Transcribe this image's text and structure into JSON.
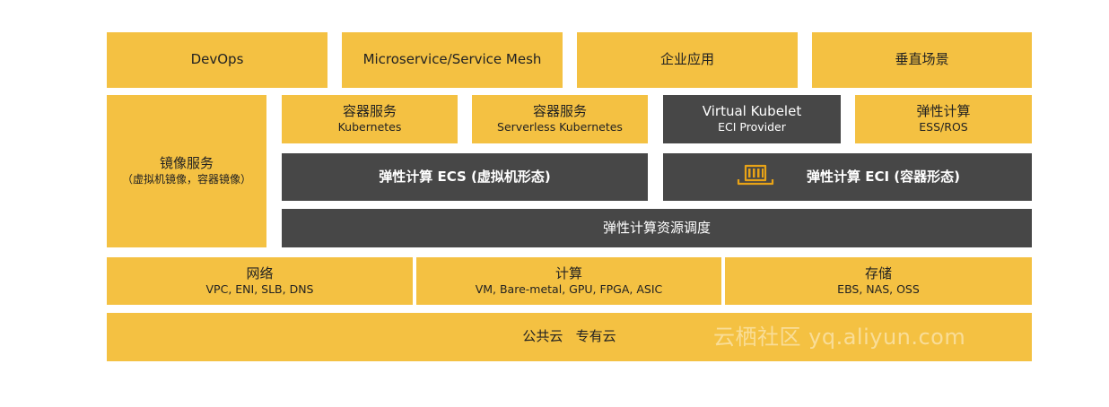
{
  "top_row": {
    "devops": "DevOps",
    "microservice": "Microservice/Service Mesh",
    "enterprise_apps": "企业应用",
    "vertical_scenarios": "垂直场景"
  },
  "image_service": {
    "title": "镜像服务",
    "subtitle": "（虚拟机镜像，容器镜像）"
  },
  "container_services": {
    "kubernetes": {
      "title": "容器服务",
      "subtitle": "Kubernetes"
    },
    "serverless": {
      "title": "容器服务",
      "subtitle": "Serverless Kubernetes"
    },
    "virtual_kubelet": {
      "title": "Virtual Kubelet",
      "subtitle": "ECI Provider"
    },
    "elastic": {
      "title": "弹性计算",
      "subtitle": "ESS/ROS"
    }
  },
  "compute": {
    "ecs": "弹性计算 ECS (虚拟机形态)",
    "eci": "弹性计算 ECI (容器形态)",
    "eci_icon": "container-icon",
    "scheduling": "弹性计算资源调度"
  },
  "infrastructure": {
    "network": {
      "title": "网络",
      "subtitle": "VPC, ENI, SLB, DNS"
    },
    "compute": {
      "title": "计算",
      "subtitle": "VM, Bare-metal, GPU, FPGA, ASIC"
    },
    "storage": {
      "title": "存储",
      "subtitle": "EBS, NAS, OSS"
    }
  },
  "cloud": {
    "label": "公共云   专有云",
    "watermark": "云栖社区 yq.aliyun.com"
  },
  "colors": {
    "yellow": "#f4c142",
    "dark": "#474747",
    "icon": "#e8a317"
  }
}
